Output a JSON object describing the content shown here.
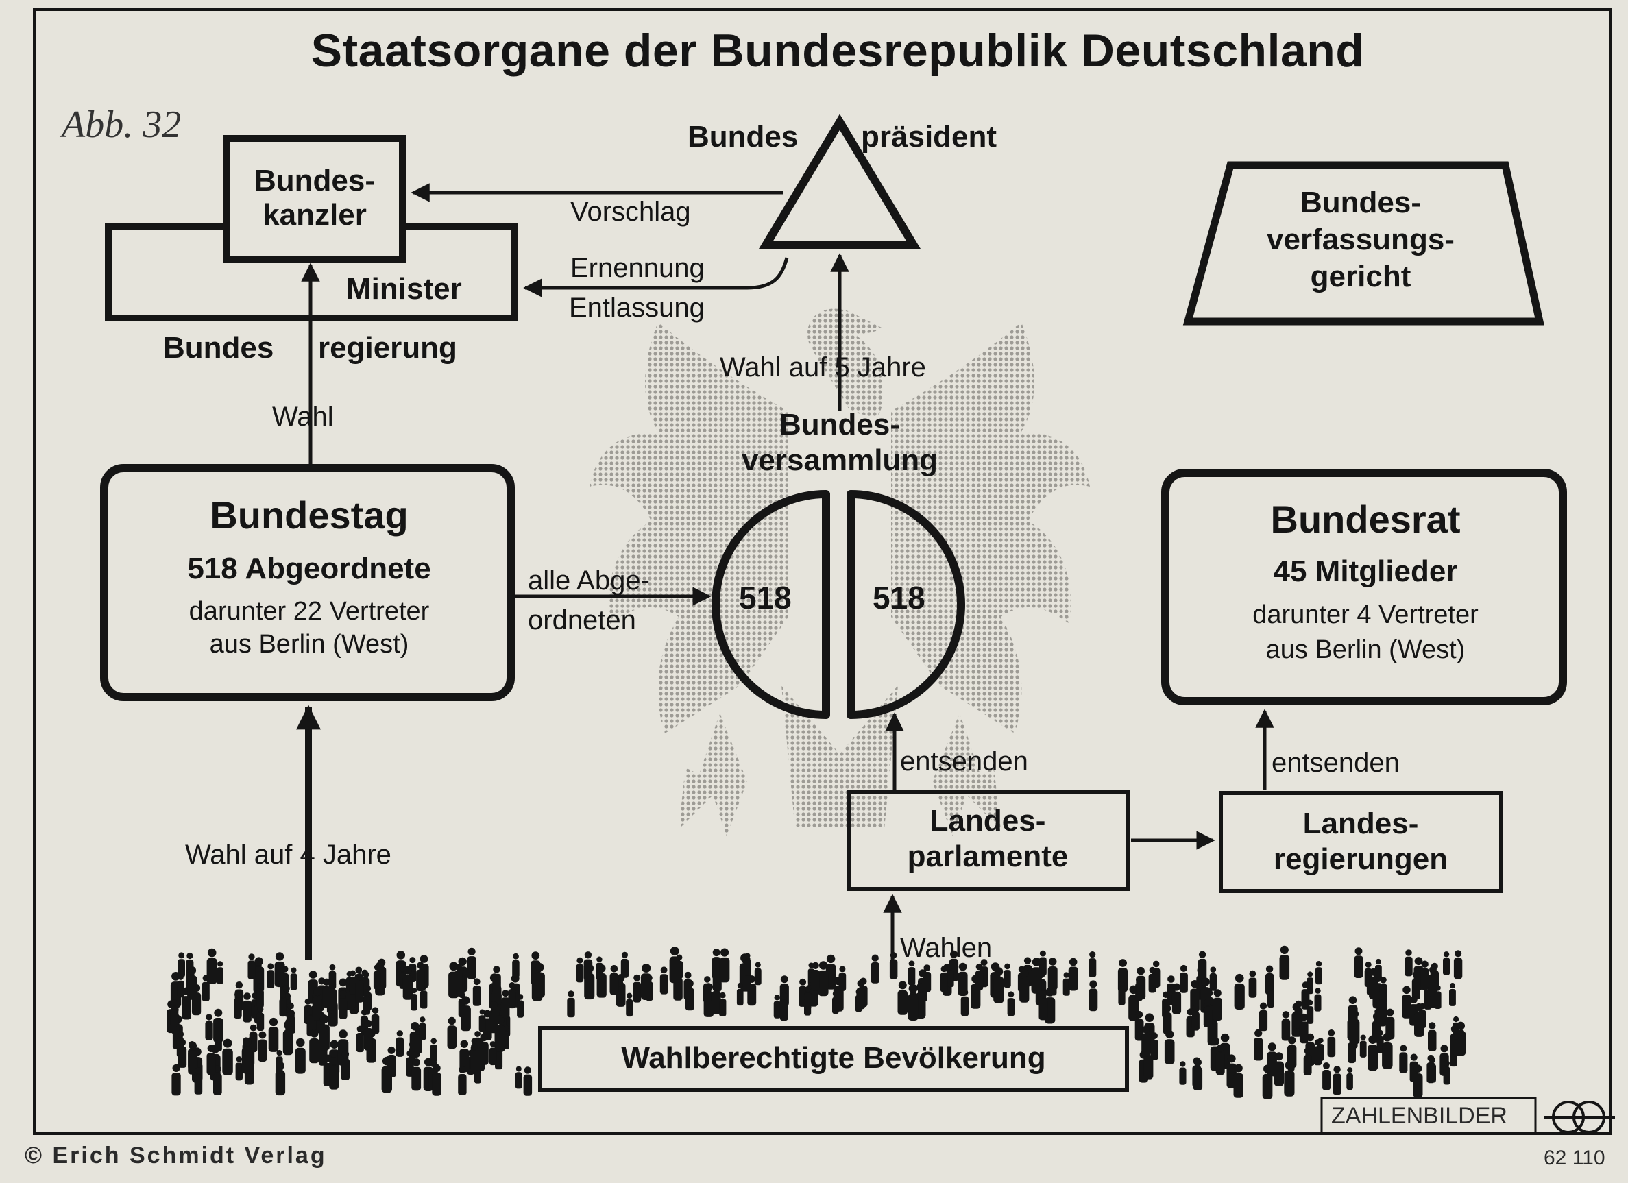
{
  "title": "Staatsorgane der Bundesrepublik Deutschland",
  "figure_label": "Abb. 32",
  "nodes": {
    "bundespraesident": {
      "line1": "Bundes",
      "line2": "präsident"
    },
    "bundeskanzler": {
      "line1": "Bundes-",
      "line2": "kanzler"
    },
    "minister": "Minister",
    "bundesregierung": {
      "line1": "Bundes",
      "line2": "regierung"
    },
    "bundesverfassungsgericht": {
      "line1": "Bundes-",
      "line2": "verfassungs-",
      "line3": "gericht"
    },
    "bundestag": {
      "name": "Bundestag",
      "members": "518 Abgeordnete",
      "note1": "darunter 22 Vertreter",
      "note2": "aus Berlin (West)"
    },
    "bundesversammlung": {
      "line1": "Bundes-",
      "line2": "versammlung",
      "left": "518",
      "right": "518"
    },
    "bundesrat": {
      "name": "Bundesrat",
      "members": "45 Mitglieder",
      "note1": "darunter 4 Vertreter",
      "note2": "aus Berlin (West)"
    },
    "landesparlamente": {
      "line1": "Landes-",
      "line2": "parlamente"
    },
    "landesregierungen": {
      "line1": "Landes-",
      "line2": "regierungen"
    },
    "bevoelkerung": "Wahlberechtigte Bevölkerung"
  },
  "edges": {
    "vorschlag": "Vorschlag",
    "ernennung": "Ernennung",
    "entlassung": "Entlassung",
    "wahl": "Wahl",
    "wahl_5": "Wahl auf 5 Jahre",
    "alle_1": "alle Abge-",
    "alle_2": "ordneten",
    "wahl_4": "Wahl auf 4 Jahre",
    "entsenden_1": "entsenden",
    "entsenden_2": "entsenden",
    "wahlen": "Wahlen"
  },
  "footer": {
    "publisher": "© Erich Schmidt Verlag",
    "brand": "ZAHLENBILDER",
    "code": "62 110"
  },
  "colors": {
    "ink": "#151515",
    "paper": "#e6e4dc",
    "eagle": "#b4b2ac"
  }
}
